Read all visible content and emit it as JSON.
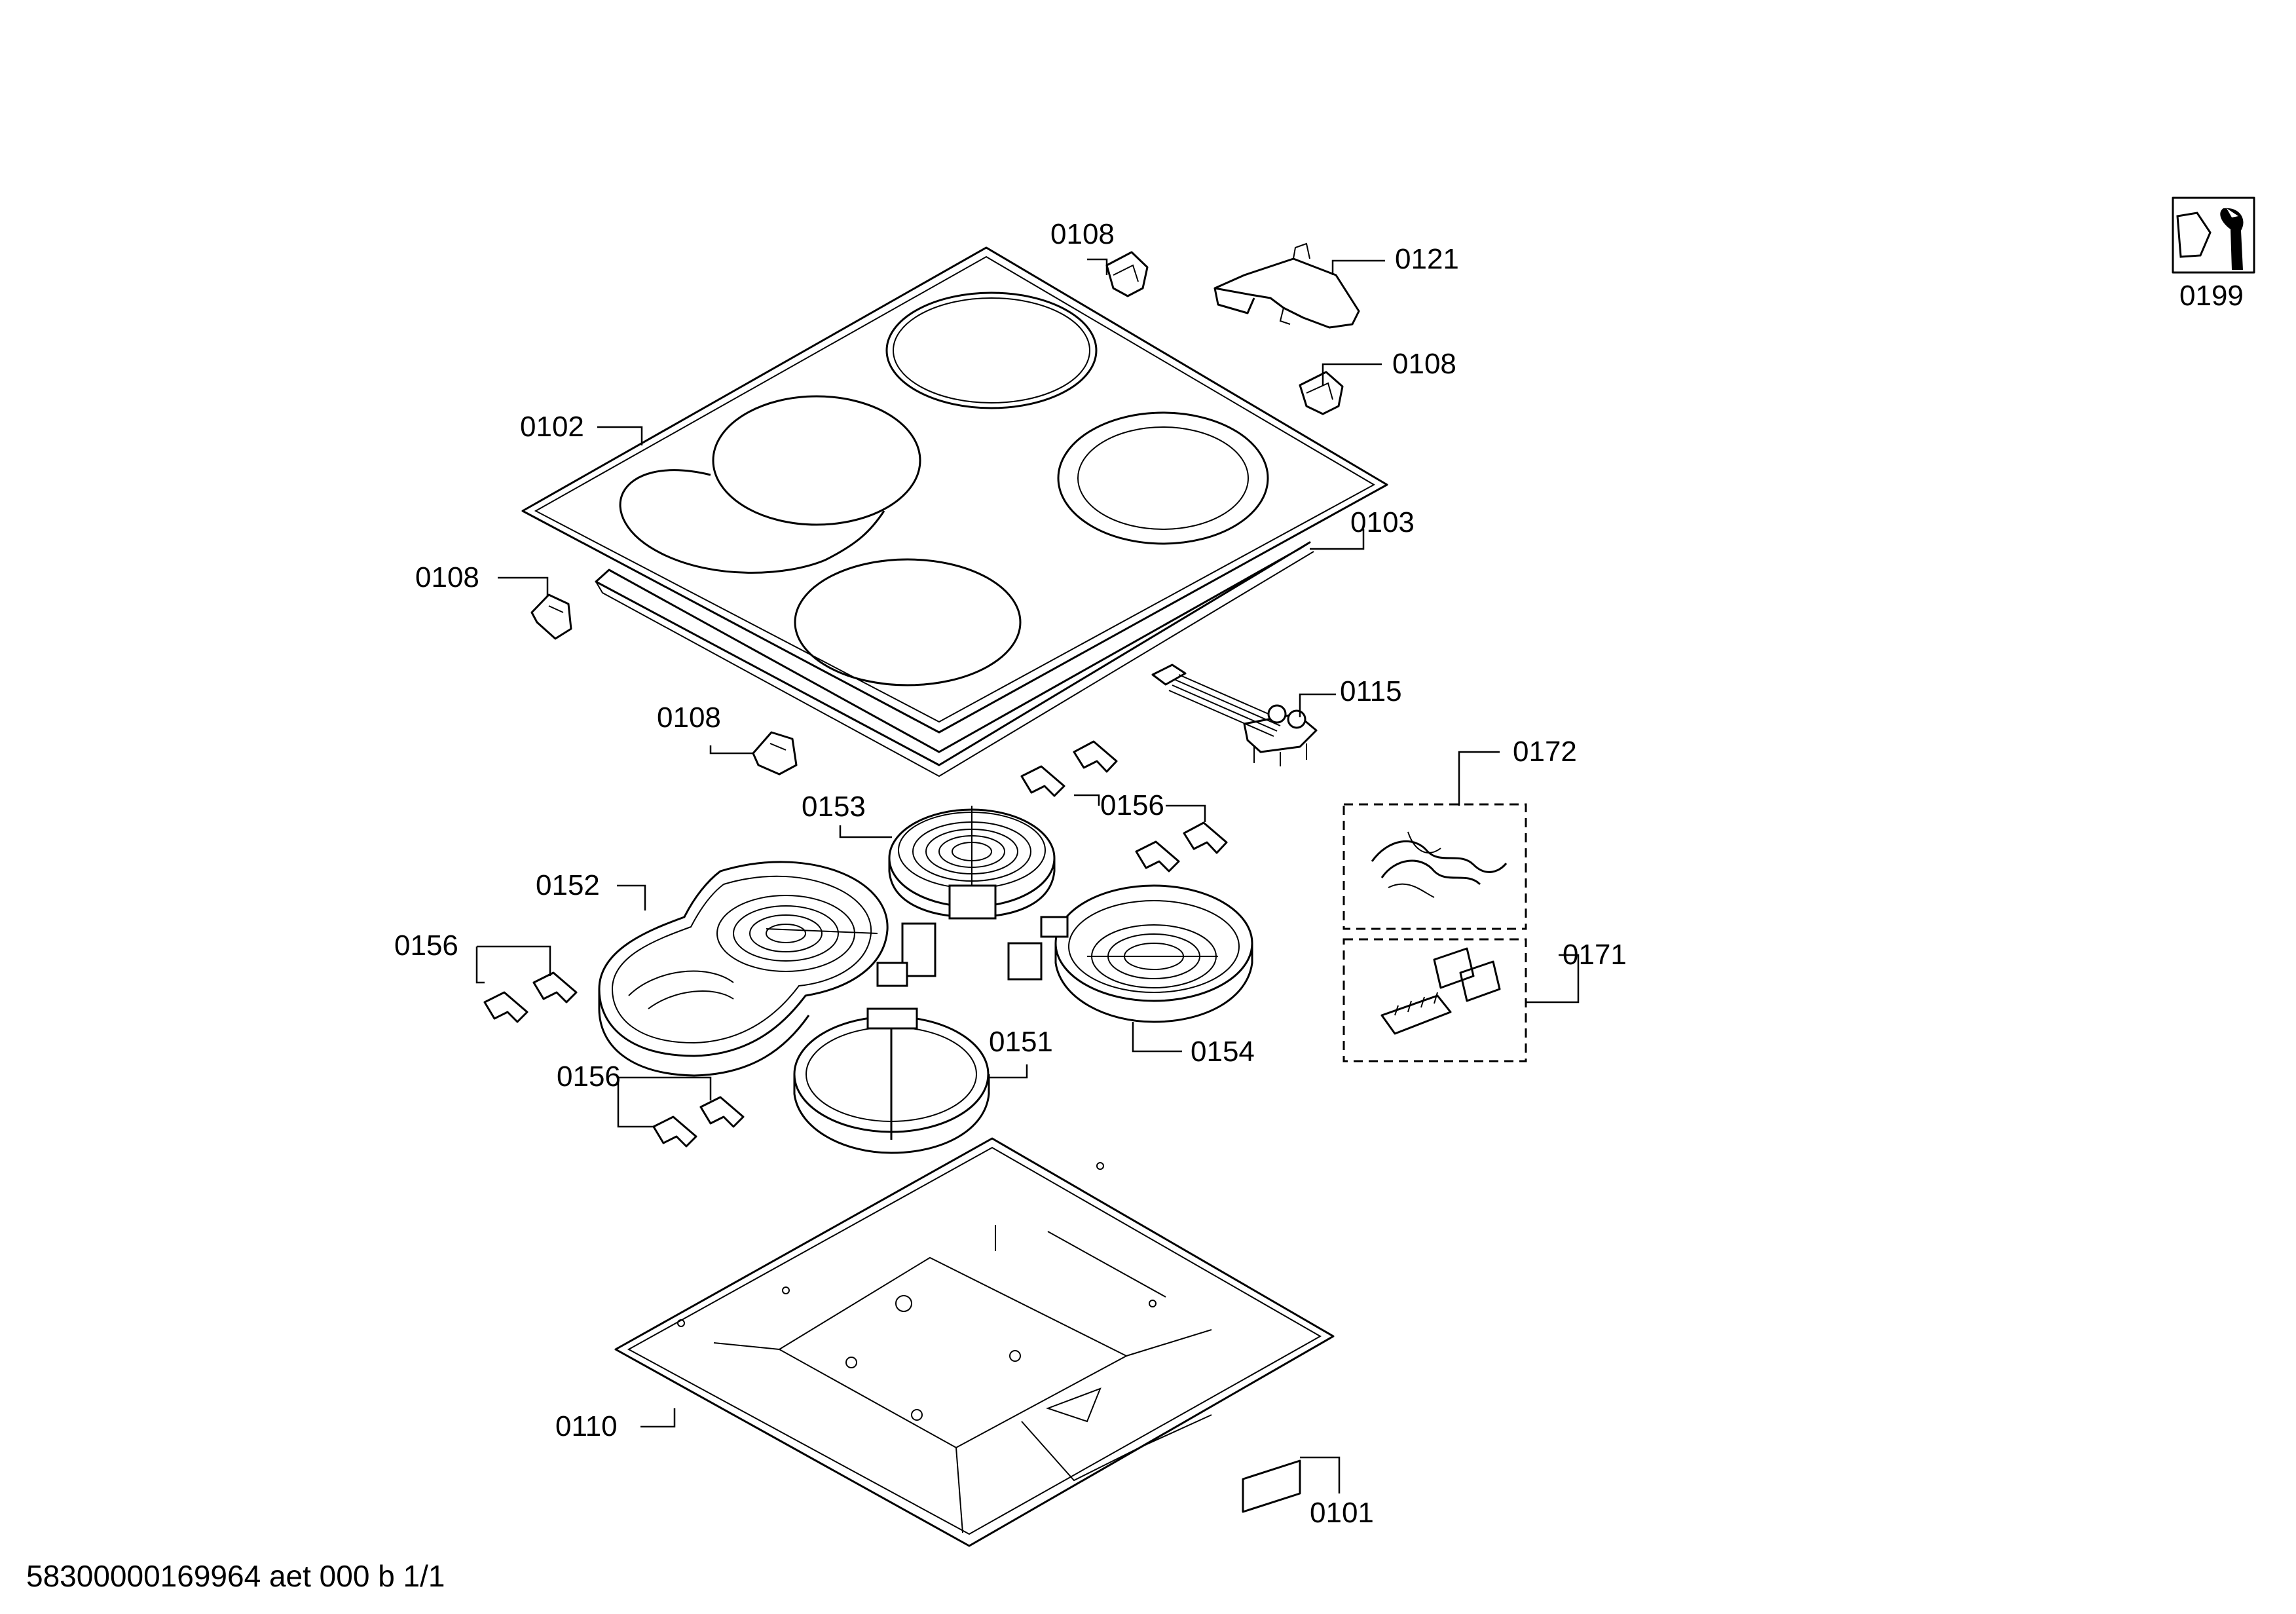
{
  "labels": {
    "l0108a": "0108",
    "l0121": "0121",
    "l0108b": "0108",
    "l0102": "0102",
    "l0103": "0103",
    "l0108c": "0108",
    "l0115": "0115",
    "l0108d": "0108",
    "l0172": "0172",
    "l0153": "0153",
    "l0156a": "0156",
    "l0152": "0152",
    "l0156b": "0156",
    "l0171": "0171",
    "l0151": "0151",
    "l0154": "0154",
    "l0156c": "0156",
    "l0110": "0110",
    "l0101": "0101",
    "l0199": "0199"
  },
  "footer": "58300000169964 aet 000 b 1/1",
  "icons": {
    "tool": "nut-wrench-icon"
  }
}
